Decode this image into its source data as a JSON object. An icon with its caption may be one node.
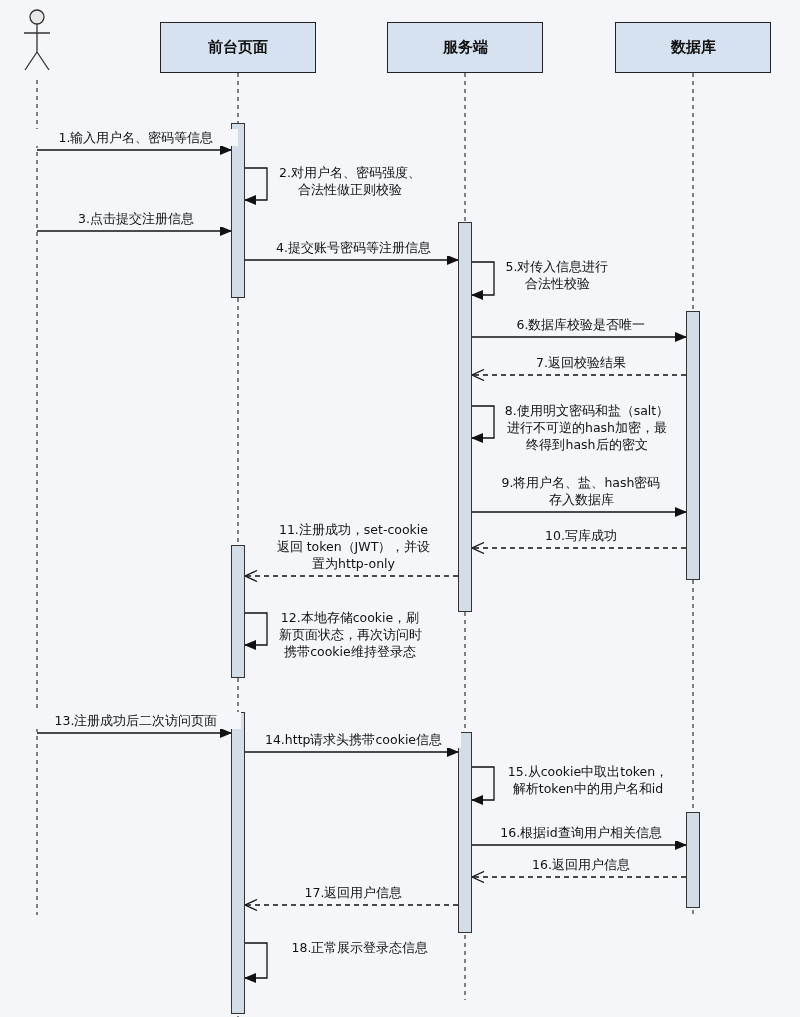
{
  "diagram": {
    "nodes": [
      {
        "text": [],
        "shape": "person"
      },
      {
        "text": [
          "前台页面"
        ]
      },
      {
        "text": [
          "服务端"
        ]
      },
      {
        "text": [
          "数据库"
        ]
      },
      {
        "text": [],
        "shape": "bar"
      },
      {
        "text": [],
        "shape": "bar"
      },
      {
        "text": [],
        "shape": "bar"
      },
      {
        "text": [],
        "shape": "bar"
      },
      {
        "text": [],
        "shape": "bar"
      },
      {
        "text": [],
        "shape": "bar"
      },
      {
        "text": [],
        "shape": "bar"
      }
    ],
    "edges": [
      {
        "from": null,
        "to": 4,
        "arrow": "to",
        "label": "1.输入用户名、密码等信息"
      },
      {
        "from": 4,
        "to": 4,
        "arrow": "to",
        "label": "2.对用户名、密码强度、合法性做正则校验"
      },
      {
        "from": null,
        "to": 4,
        "arrow": "to",
        "label": "3.点击提交注册信息"
      },
      {
        "from": 4,
        "to": 7,
        "arrow": "to",
        "label": "4.提交账号密码等注册信息"
      },
      {
        "from": 7,
        "to": 7,
        "arrow": "to",
        "label": "5.对传入信息进行合法性校验"
      },
      {
        "from": 7,
        "to": 9,
        "arrow": "to",
        "label": "6.数据库校验是否唯一"
      },
      {
        "from": 9,
        "to": 7,
        "arrow": "to",
        "label": "7.返回校验结果",
        "style": "dashed"
      },
      {
        "from": 7,
        "to": 7,
        "arrow": "to",
        "label": "8.使用明文密码和盐（salt）进行不可逆的hash加密，最终得到hash后的密文"
      },
      {
        "from": 7,
        "to": 9,
        "arrow": "to",
        "label": "9.将用户名、盐、hash密码存入数据库"
      },
      {
        "from": 9,
        "to": 7,
        "arrow": "to",
        "label": "10.写库成功",
        "style": "dashed"
      },
      {
        "from": 7,
        "to": 5,
        "arrow": "to",
        "label": "11.注册成功，set-cookie返回 token（JWT），并设置为http-only",
        "style": "dashed"
      },
      {
        "from": 5,
        "to": 5,
        "arrow": "to",
        "label": "12.本地存储cookie，刷新页面状态，再次访问时携带cookie维持登录态"
      },
      {
        "from": null,
        "to": 6,
        "arrow": "to",
        "label": "13.注册成功后二次访问页面"
      },
      {
        "from": 6,
        "to": 8,
        "arrow": "to",
        "label": "14.http请求头携带cookie信息"
      },
      {
        "from": 8,
        "to": 8,
        "arrow": "to",
        "label": "15.从cookie中取出token，解析token中的用户名和id"
      },
      {
        "from": 8,
        "to": 10,
        "arrow": "to",
        "label": "16.根据id查询用户相关信息"
      },
      {
        "from": 10,
        "to": 8,
        "arrow": "to",
        "label": "16.返回用户信息",
        "style": "dashed"
      },
      {
        "from": 8,
        "to": 6,
        "arrow": "to",
        "label": "17.返回用户信息",
        "style": "dashed"
      },
      {
        "from": 6,
        "to": 6,
        "arrow": "to",
        "label": "18.正常展示登录态信息"
      },
      {
        "from": 1,
        "to": 4,
        "arrow": "none",
        "style": "dashed"
      },
      {
        "from": 4,
        "to": 5,
        "arrow": "none",
        "style": "dashed"
      },
      {
        "from": 5,
        "to": 6,
        "arrow": "none",
        "style": "dashed"
      },
      {
        "from": 2,
        "to": 7,
        "arrow": "none",
        "style": "dashed"
      },
      {
        "from": 7,
        "to": 8,
        "arrow": "none",
        "style": "dashed"
      },
      {
        "from": 3,
        "to": 9,
        "arrow": "none",
        "style": "dashed"
      },
      {
        "from": 9,
        "to": 10,
        "arrow": "none",
        "style": "dashed"
      }
    ]
  }
}
